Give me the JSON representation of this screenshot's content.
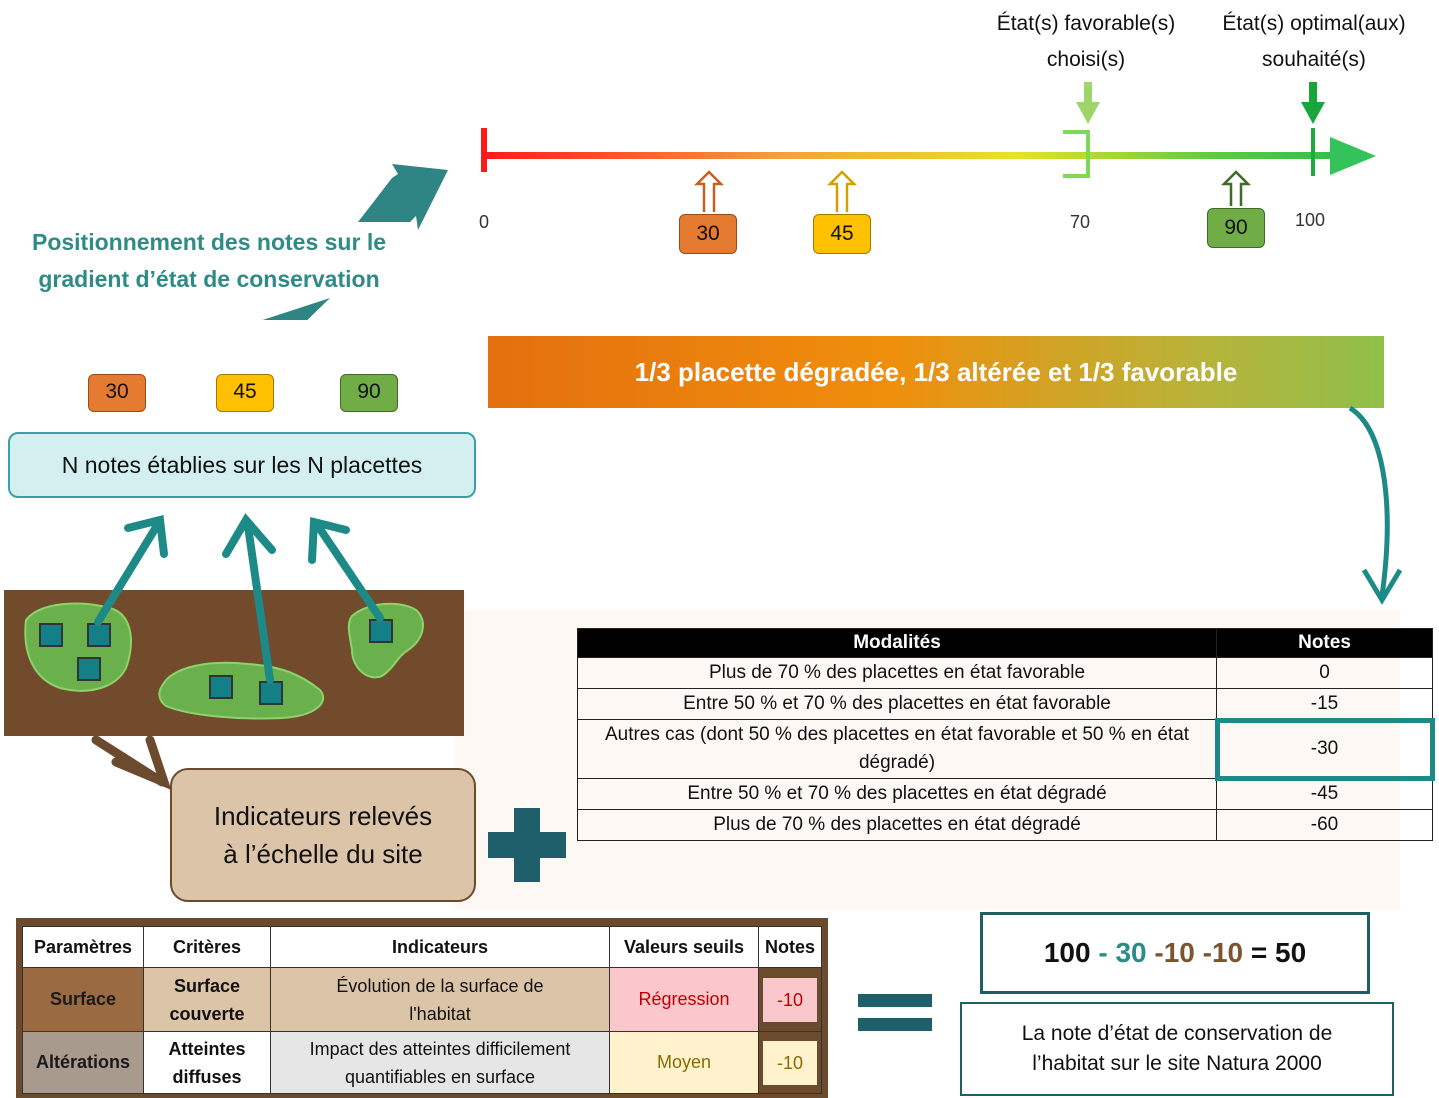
{
  "scale": {
    "ticks": [
      "0",
      "70",
      "100"
    ],
    "state_favorable": [
      "État(s) favorable(s)",
      "choisi(s)"
    ],
    "state_optimal": [
      "État(s) optimal(aux)",
      "souhaité(s)"
    ],
    "markers": [
      "30",
      "45",
      "90"
    ]
  },
  "gradient_title": [
    "Positionnement des notes sur le",
    "gradient d’état de conservation"
  ],
  "note_boxes": [
    "30",
    "45",
    "90"
  ],
  "notes_label": "N notes établies sur les N placettes",
  "banner": "1/3 placette dégradée, 1/3 altérée et 1/3 favorable",
  "indicators_label": [
    "Indicateurs relevés",
    "à l’échelle du site"
  ],
  "modalities": {
    "headers": [
      "Modalités",
      "Notes"
    ],
    "rows": [
      {
        "label": "Plus de 70 % des placettes en état favorable",
        "note": "0"
      },
      {
        "label": "Entre 50 % et 70 % des placettes en état favorable",
        "note": "-15"
      },
      {
        "label": "Autres cas (dont 50 % des placettes en état favorable et 50 % en état dégradé)",
        "note": "-30"
      },
      {
        "label": "Entre 50 % et 70 % des placettes en état dégradé",
        "note": "-45"
      },
      {
        "label": "Plus de 70 % des placettes en état dégradé",
        "note": "-60"
      }
    ]
  },
  "parameters": {
    "headers": [
      "Paramètres",
      "Critères",
      "Indicateurs",
      "Valeurs seuils",
      "Notes"
    ],
    "rows": [
      {
        "parametre": "Surface",
        "critere": "Surface couverte",
        "indicateur": "Évolution de la surface de l'habitat",
        "seuil": "Régression",
        "note": "-10"
      },
      {
        "parametre": "Altérations",
        "critere": "Atteintes diffuses",
        "indicateur": "Impact des atteintes difficilement quantifiables en surface",
        "seuil": "Moyen",
        "note": "-10"
      }
    ]
  },
  "equation": {
    "a": "100",
    "op1": " - ",
    "b": "30",
    "c": " -10",
    "d": " -10",
    "eq": " = ",
    "result": "50"
  },
  "result_caption": [
    "La note d’état de conservation de",
    "l’habitat sur le site Natura 2000"
  ],
  "colors": {
    "teal": "#2e8b85",
    "orange": "#e57a31",
    "yellow": "#ffc000",
    "green": "#70ad47",
    "brown": "#6b4a2d"
  }
}
